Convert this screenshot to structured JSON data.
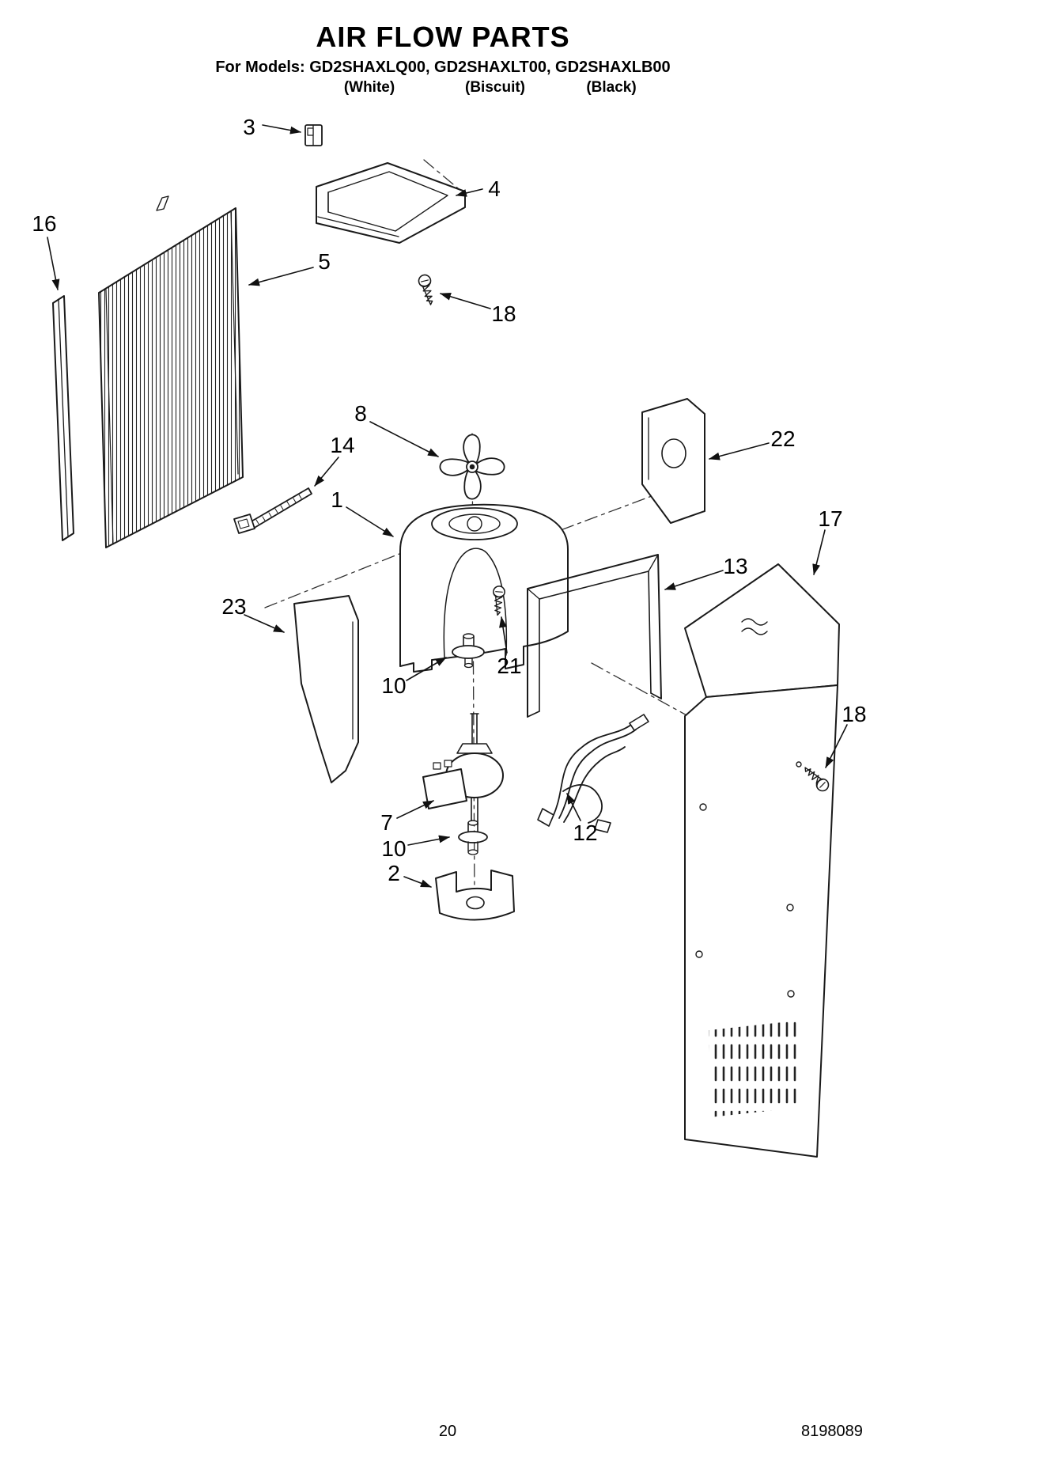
{
  "page": {
    "title": "AIR FLOW PARTS",
    "models_line": {
      "label": "For Models:",
      "models": "GD2SHAXLQ00, GD2SHAXLT00, GD2SHAXLB00"
    },
    "model_colors": [
      "(White)",
      "(Biscuit)",
      "(Black)"
    ],
    "footer": {
      "page_number": "20",
      "document_number": "8198089"
    }
  },
  "callouts": [
    {
      "label": "3"
    },
    {
      "label": "4"
    },
    {
      "label": "16"
    },
    {
      "label": "5"
    },
    {
      "label": "18"
    },
    {
      "label": "8"
    },
    {
      "label": "14"
    },
    {
      "label": "1"
    },
    {
      "label": "22"
    },
    {
      "label": "17"
    },
    {
      "label": "13"
    },
    {
      "label": "23"
    },
    {
      "label": "10"
    },
    {
      "label": "21"
    },
    {
      "label": "7"
    },
    {
      "label": "10"
    },
    {
      "label": "2"
    },
    {
      "label": "12"
    },
    {
      "label": "18"
    }
  ]
}
